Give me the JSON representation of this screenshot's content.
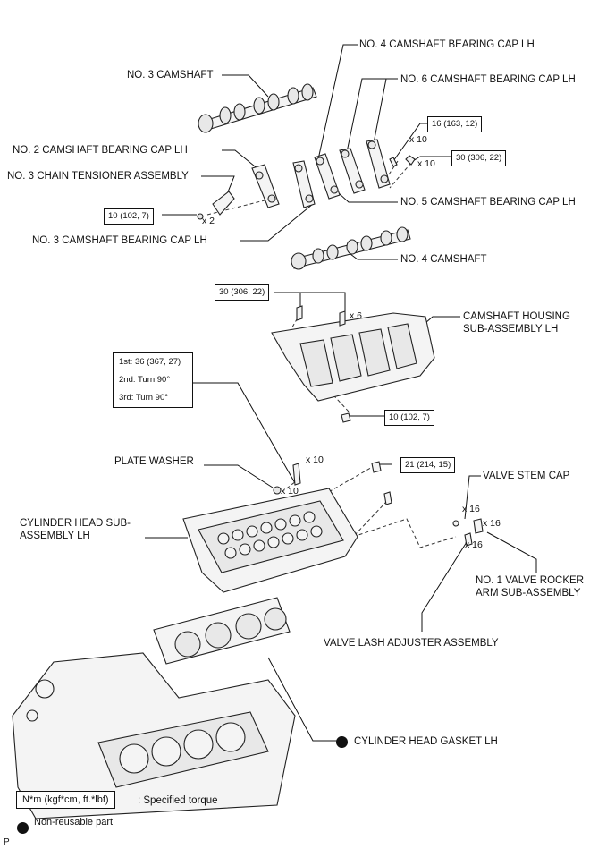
{
  "labels": {
    "cap4": "NO. 4 CAMSHAFT BEARING CAP LH",
    "cam3": "NO. 3 CAMSHAFT",
    "cap6": "NO. 6 CAMSHAFT BEARING CAP LH",
    "cap2": "NO. 2 CAMSHAFT BEARING CAP LH",
    "tensioner": "NO. 3 CHAIN TENSIONER ASSEMBLY",
    "cap5": "NO. 5 CAMSHAFT BEARING CAP LH",
    "cap3": "NO. 3 CAMSHAFT BEARING CAP LH",
    "cam4": "NO. 4 CAMSHAFT",
    "housing": "CAMSHAFT HOUSING SUB-ASSEMBLY LH",
    "washer": "PLATE WASHER",
    "stemcap": "VALVE STEM CAP",
    "head": "CYLINDER HEAD SUB-ASSEMBLY LH",
    "rocker": "NO. 1 VALVE ROCKER ARM SUB-ASSEMBLY",
    "adjuster": "VALVE LASH ADJUSTER ASSEMBLY",
    "gasket": "CYLINDER HEAD GASKET LH"
  },
  "torques": {
    "t16": "16 (163, 12)",
    "t30a": "30 (306, 22)",
    "t10a": "10 (102, 7)",
    "t30b": "30 (306, 22)",
    "t10b": "10 (102, 7)",
    "t21": "21 (214, 15)",
    "head_bolt": [
      "1st: 36 (367, 27)",
      "2nd: Turn 90°",
      "3rd: Turn 90°"
    ]
  },
  "quantities": {
    "q16": "x 10",
    "q30": "x 10",
    "q10": "x 2",
    "q6": "x 6",
    "qbolt": "x 10",
    "qwasher": "x 10",
    "qstem": "x 16",
    "qrocker": "x 16",
    "qadj": "x 16"
  },
  "legend": {
    "torque_box": "N*m (kgf*cm, ft.*lbf)",
    "torque_text": ": Specified torque",
    "nonreusable": "Non-reusable part"
  },
  "footer": "P"
}
